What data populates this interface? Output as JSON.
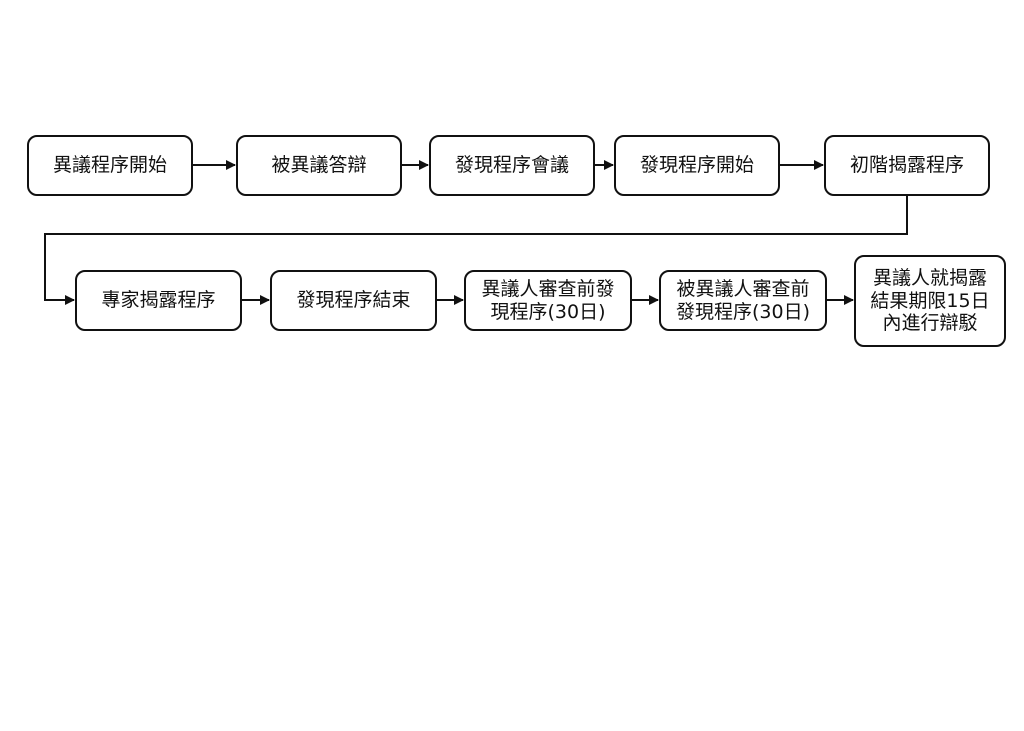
{
  "flowchart": {
    "steps": [
      {
        "id": "s1",
        "label": "異議程序開始"
      },
      {
        "id": "s2",
        "label": "被異議答辯"
      },
      {
        "id": "s3",
        "label": "發現程序會議"
      },
      {
        "id": "s4",
        "label": "發現程序開始"
      },
      {
        "id": "s5",
        "label": "初階揭露程序"
      },
      {
        "id": "s6",
        "label": "專家揭露程序"
      },
      {
        "id": "s7",
        "label": "發現程序結束"
      },
      {
        "id": "s8",
        "label": "異議人審查前發\n現程序(30日)"
      },
      {
        "id": "s9",
        "label": "被異議人審查前\n發現程序(30日)"
      },
      {
        "id": "s10",
        "label": "異議人就揭露\n結果期限15日\n內進行辯駁"
      }
    ],
    "edges": [
      {
        "from": "s1",
        "to": "s2"
      },
      {
        "from": "s2",
        "to": "s3"
      },
      {
        "from": "s3",
        "to": "s4"
      },
      {
        "from": "s4",
        "to": "s5"
      },
      {
        "from": "s5",
        "to": "s6"
      },
      {
        "from": "s6",
        "to": "s7"
      },
      {
        "from": "s7",
        "to": "s8"
      },
      {
        "from": "s8",
        "to": "s9"
      },
      {
        "from": "s9",
        "to": "s10"
      }
    ],
    "colors": {
      "stroke": "#111111",
      "background": "#ffffff"
    }
  }
}
